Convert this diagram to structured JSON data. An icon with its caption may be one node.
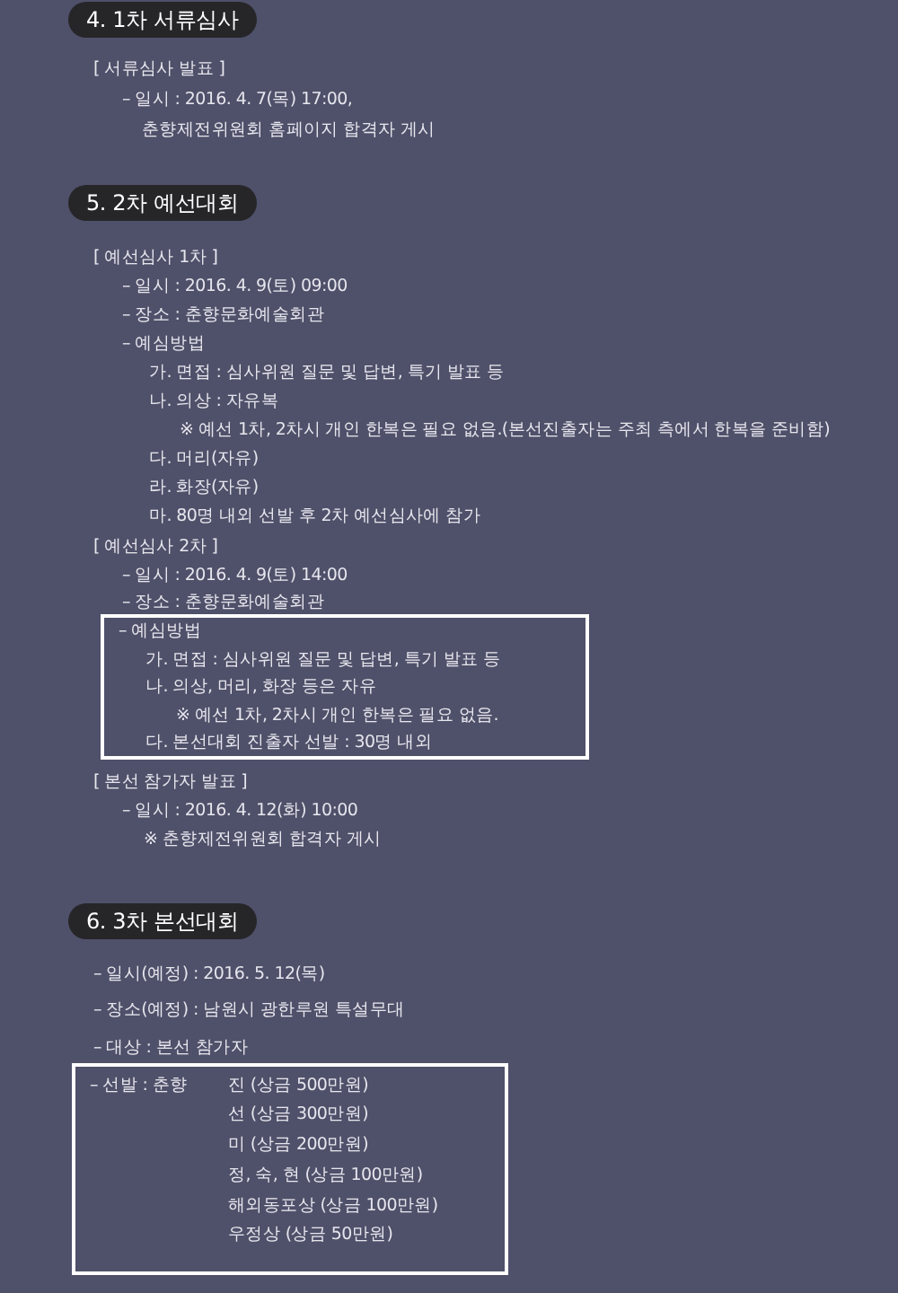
{
  "diagram": {
    "nodes": [
      {
        "text": [
          "4. 1차 서류심사"
        ]
      },
      {
        "text": [
          "5. 2차 예선대회"
        ]
      },
      {
        "text": [
          "– 예심방법",
          "가. 면접 : 심사위원 질문 및 답변, 특기 발표 등",
          "나. 의상, 머리, 화장 등은 자유",
          "※ 예선 1차, 2차시 개인 한복은 필요 없음.",
          "다. 본선대회 진출자 선발 : 30명 내외"
        ]
      },
      {
        "text": [
          "6. 3차 본선대회"
        ]
      },
      {
        "text": [
          "– 선발 : 춘향",
          "진 (상금 500만원)",
          "선 (상금 300만원)",
          "미 (상금 200만원)",
          "정, 숙, 현 (상금 100만원)",
          "해외동포상 (상금 100만원)",
          "우정상 (상금 50만원)"
        ]
      }
    ],
    "labels": [
      "[ 서류심사 발표 ]",
      "– 일시 : 2016. 4. 7(목) 17:00,",
      "춘향제전위원회 홈페이지 합격자 게시",
      "[ 예선심사 1차 ]",
      "– 일시 : 2016. 4. 9(토) 09:00",
      "– 장소 : 춘향문화예술회관",
      "– 예심방법",
      "가. 면접 : 심사위원 질문 및 답변, 특기 발표 등",
      "나. 의상 : 자유복",
      "※ 예선 1차, 2차시 개인 한복은 필요 없음.(본선진출자는 주최 측에서 한복을 준비함)",
      "다. 머리(자유)",
      "라. 화장(자유)",
      "마. 80명 내외 선발 후 2차 예선심사에 참가",
      "[ 예선심사 2차 ]",
      "– 일시 : 2016. 4. 9(토) 14:00",
      "– 장소 : 춘향문화예술회관",
      "[ 본선 참가자 발표 ]",
      "– 일시 : 2016. 4. 12(화) 10:00",
      "※ 춘향제전위원회 합격자 게시",
      "– 일시(예정) : 2016. 5. 12(목)",
      "– 장소(예정) : 남원시 광한루원 특설무대",
      "– 대상 : 본선 참가자"
    ]
  }
}
